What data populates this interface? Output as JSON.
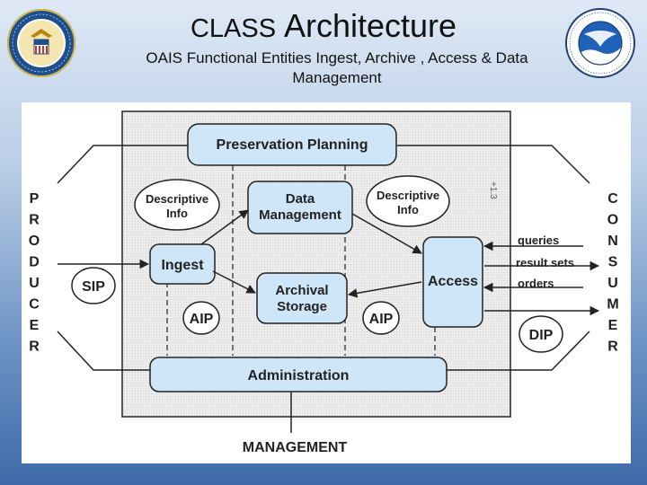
{
  "slide": {
    "title_part1": "CLASS",
    "title_part2": "Architecture",
    "subtitle": "OAIS Functional Entities Ingest, Archive , Access & Data Management"
  },
  "diagram": {
    "boxes": {
      "preservation_planning": "Preservation Planning",
      "data_management_line1": "Data",
      "data_management_line2": "Management",
      "ingest": "Ingest",
      "archival_storage_line1": "Archival",
      "archival_storage_line2": "Storage",
      "access": "Access",
      "administration": "Administration"
    },
    "ovals": {
      "descriptive_info_left_line1": "Descriptive",
      "descriptive_info_left_line2": "Info",
      "descriptive_info_right_line1": "Descriptive",
      "descriptive_info_right_line2": "Info",
      "sip": "SIP",
      "aip_left": "AIP",
      "aip_right": "AIP",
      "dip": "DIP"
    },
    "access_flows": {
      "queries": "queries",
      "result_sets": "result sets",
      "orders": "orders"
    },
    "producer_letters": [
      "P",
      "R",
      "O",
      "D",
      "U",
      "C",
      "E",
      "R"
    ],
    "consumer_letters": [
      "C",
      "O",
      "N",
      "S",
      "U",
      "M",
      "E",
      "R"
    ],
    "management_label": "MANAGEMENT",
    "corner_mark": "+1.3"
  },
  "colors": {
    "box_fill": "#cfe6f8",
    "box_stroke": "#222222",
    "panel_fill": "#e8e8e8"
  }
}
